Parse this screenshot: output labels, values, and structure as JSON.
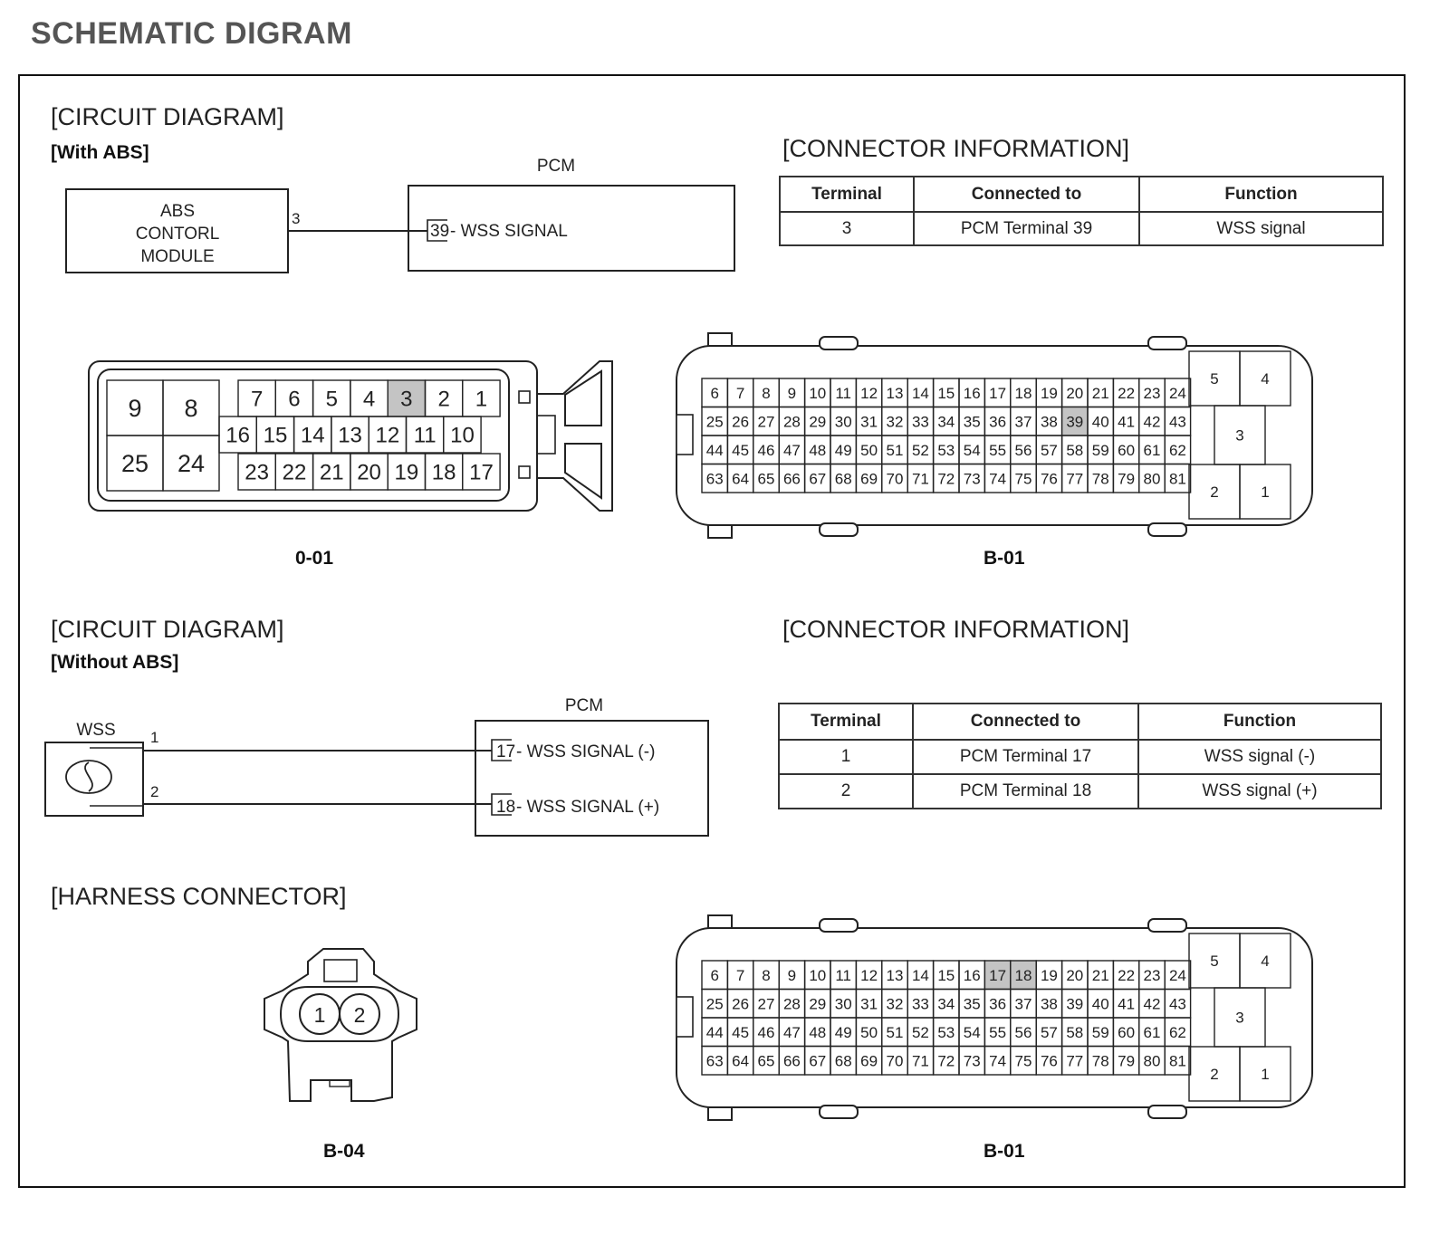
{
  "page_title": "SCHEMATIC DIGRAM",
  "abs_section": {
    "title": "[CIRCUIT DIAGRAM]",
    "subtitle": "[With ABS]",
    "abs_module_lines": [
      "ABS",
      "CONTORL",
      "MODULE"
    ],
    "abs_module_pin": "3",
    "pcm_label": "PCM",
    "pcm_pin": "39",
    "pcm_signal": " - WSS SIGNAL",
    "connector_info": {
      "title": "[CONNECTOR INFORMATION]",
      "headers": [
        "Terminal",
        "Connected to",
        "Function"
      ],
      "rows": [
        [
          "3",
          "PCM Terminal 39",
          "WSS signal"
        ]
      ]
    },
    "connector_left_label": "0-01",
    "connector_right_label": "B-01",
    "connector_01": {
      "big_cells": [
        "9",
        "8",
        "25",
        "24"
      ],
      "row1": [
        "7",
        "6",
        "5",
        "4",
        "3",
        "2",
        "1"
      ],
      "row2": [
        "16",
        "15",
        "14",
        "13",
        "12",
        "11",
        "10"
      ],
      "row3": [
        "23",
        "22",
        "21",
        "20",
        "19",
        "18",
        "17"
      ],
      "highlight": [
        "3"
      ]
    },
    "b01_highlight": [
      "39"
    ]
  },
  "no_abs_section": {
    "title": "[CIRCUIT DIAGRAM]",
    "subtitle": "[Without ABS]",
    "wss_label": "WSS",
    "wss_pin1": "1",
    "wss_pin2": "2",
    "pcm_label": "PCM",
    "pcm_pin_a": "17",
    "pcm_signal_a": " - WSS SIGNAL (-)",
    "pcm_pin_b": "18",
    "pcm_signal_b": " - WSS SIGNAL (+)",
    "connector_info": {
      "title": "[CONNECTOR INFORMATION]",
      "headers": [
        "Terminal",
        "Connected to",
        "Function"
      ],
      "rows": [
        [
          "1",
          "PCM Terminal 17",
          "WSS signal (-)"
        ],
        [
          "2",
          "PCM Terminal 18",
          "WSS signal (+)"
        ]
      ]
    },
    "harness_title": "[HARNESS CONNECTOR]",
    "b04_pins": [
      "1",
      "2"
    ],
    "connector_left_label": "B-04",
    "connector_right_label": "B-01",
    "b01_highlight": [
      "17",
      "18"
    ]
  },
  "b01_layout": {
    "rows": [
      [
        "6",
        "7",
        "8",
        "9",
        "10",
        "11",
        "12",
        "13",
        "14",
        "15",
        "16",
        "17",
        "18",
        "19",
        "20",
        "21",
        "22",
        "23",
        "24"
      ],
      [
        "25",
        "26",
        "27",
        "28",
        "29",
        "30",
        "31",
        "32",
        "33",
        "34",
        "35",
        "36",
        "37",
        "38",
        "39",
        "40",
        "41",
        "42",
        "43"
      ],
      [
        "44",
        "45",
        "46",
        "47",
        "48",
        "49",
        "50",
        "51",
        "52",
        "53",
        "54",
        "55",
        "56",
        "57",
        "58",
        "59",
        "60",
        "61",
        "62"
      ],
      [
        "63",
        "64",
        "65",
        "66",
        "67",
        "68",
        "69",
        "70",
        "71",
        "72",
        "73",
        "74",
        "75",
        "76",
        "77",
        "78",
        "79",
        "80",
        "81"
      ]
    ],
    "side_pins": [
      "5",
      "4",
      "3",
      "2",
      "1"
    ]
  },
  "colors": {
    "highlight": "#c4c4c4",
    "line": "#222222"
  }
}
